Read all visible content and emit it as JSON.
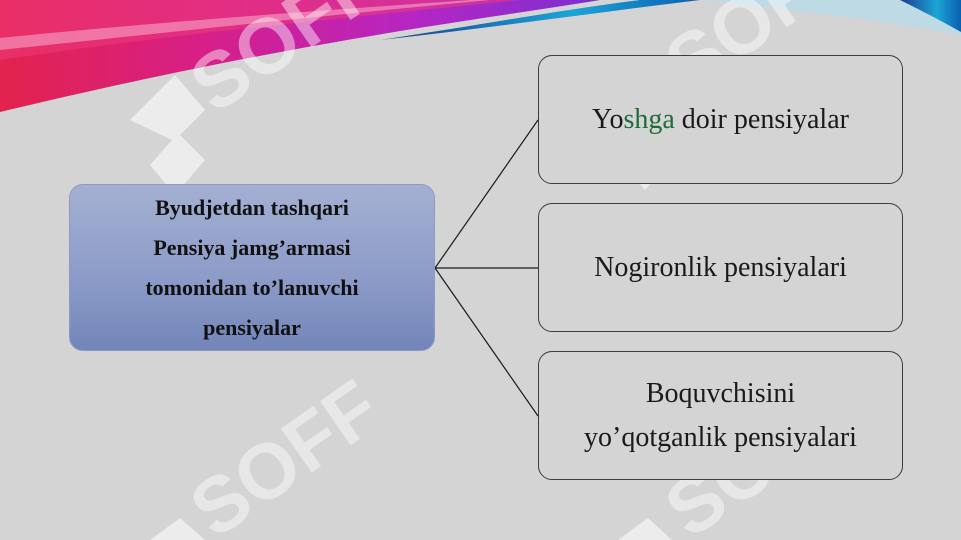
{
  "diagram": {
    "root": {
      "lines": [
        "Byudjetdan tashqari",
        "Pensiya jamg’armasi",
        "tomonidan to’lanuvchi",
        "pensiyalar"
      ]
    },
    "children": [
      {
        "prefix": "Yo",
        "highlight": "shga",
        "suffix": " doir pensiyalar"
      },
      {
        "lines": [
          "Nogironlik pensiyalari"
        ]
      },
      {
        "lines": [
          "Boquvchisini",
          "yo’qotganlik pensiyalari"
        ]
      }
    ]
  },
  "watermark": {
    "text": "SOFF"
  },
  "colors": {
    "root_top": "#a4b0d2",
    "root_bottom": "#7385b9",
    "highlight": "#1f6b3a",
    "background": "#d4d4d4"
  }
}
